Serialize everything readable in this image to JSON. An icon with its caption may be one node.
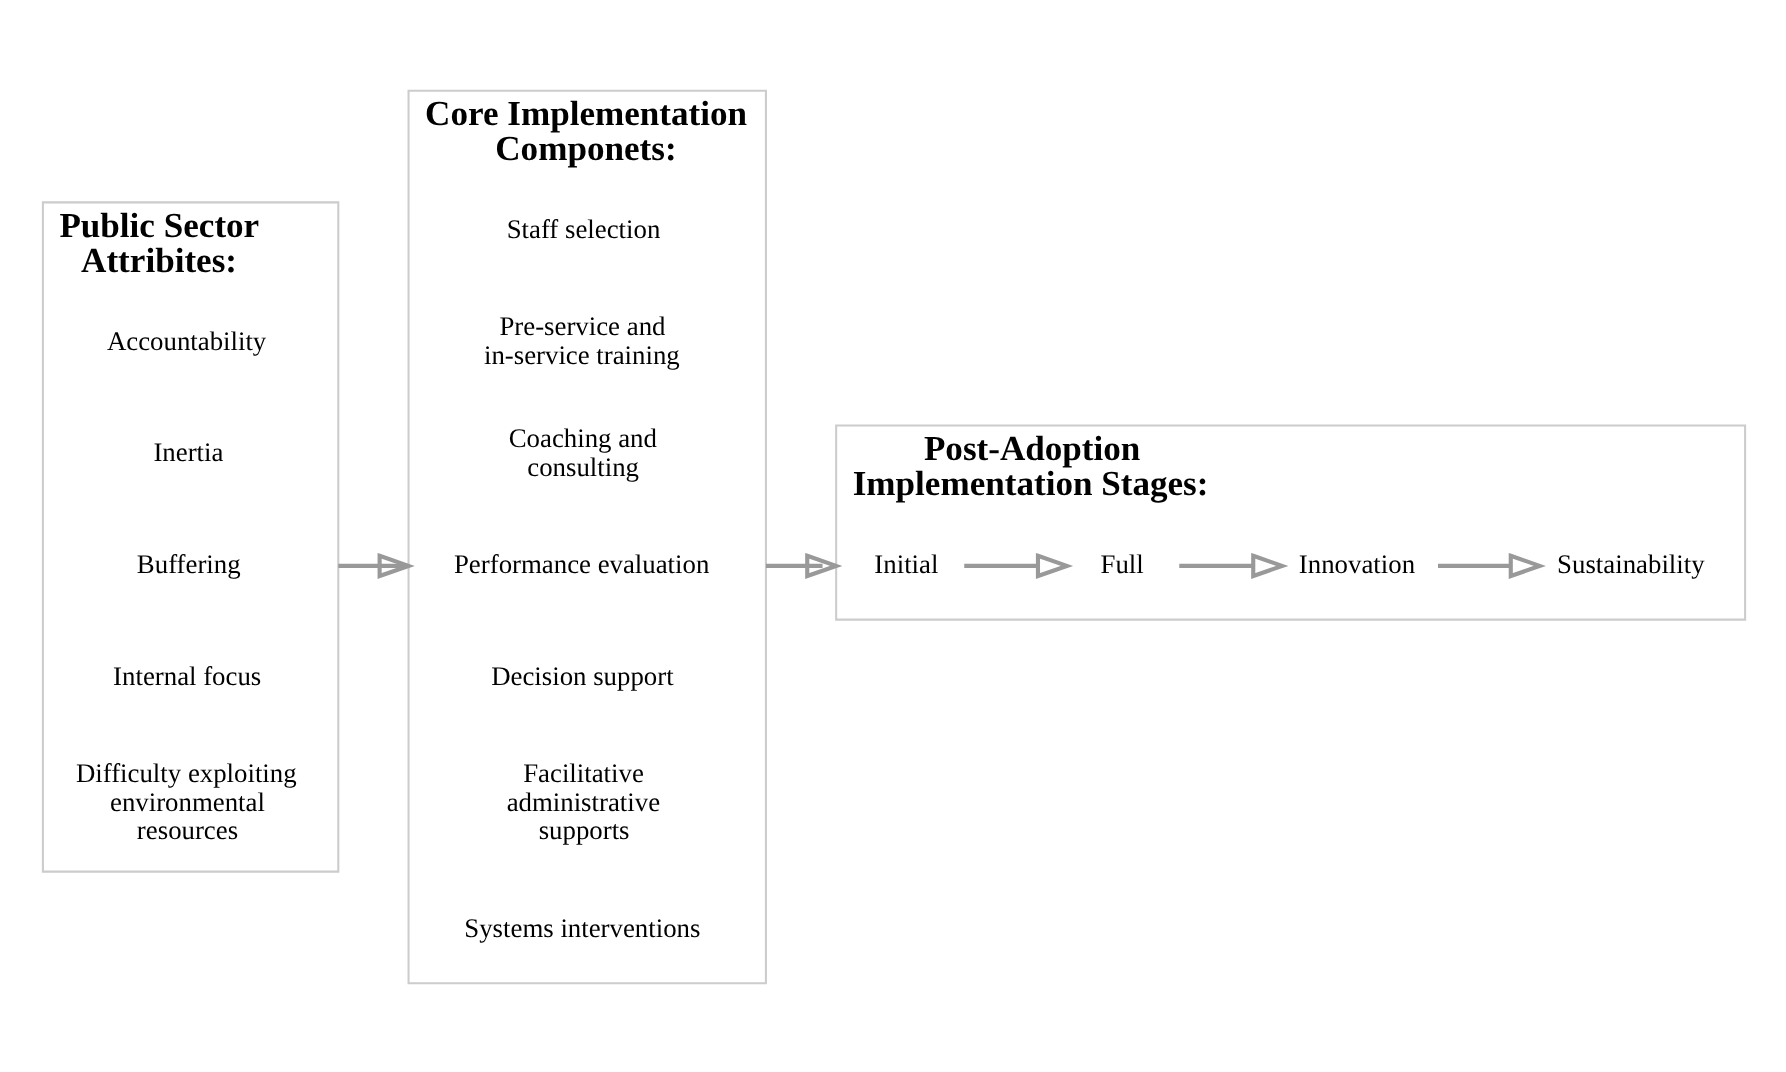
{
  "diagram": {
    "nodes": [
      {
        "text": [
          "Public Sector Attribites:"
        ]
      },
      {
        "text": [
          "Accountability"
        ],
        "in": 0
      },
      {
        "text": [
          "Inertia"
        ],
        "in": 0
      },
      {
        "text": [
          "Buffering"
        ],
        "in": 0
      },
      {
        "text": [
          "Internal focus"
        ],
        "in": 0
      },
      {
        "text": [
          "Difficulty exploiting environmental resources"
        ],
        "in": 0
      },
      {
        "text": [
          "Core Implementation Componets:"
        ]
      },
      {
        "text": [
          "Staff selection"
        ],
        "in": 6
      },
      {
        "text": [
          "Pre-service and in-service training"
        ],
        "in": 6
      },
      {
        "text": [
          "Coaching and consulting"
        ],
        "in": 6
      },
      {
        "text": [
          "Performance evaluation"
        ],
        "in": 6
      },
      {
        "text": [
          "Decision support"
        ],
        "in": 6
      },
      {
        "text": [
          "Facilitative administrative supports"
        ],
        "in": 6
      },
      {
        "text": [
          "Systems interventions"
        ],
        "in": 6
      },
      {
        "text": [
          "Post-Adoption Implementation Stages:"
        ]
      },
      {
        "text": [
          "Initial"
        ],
        "in": 14
      },
      {
        "text": [
          "Full"
        ],
        "in": 14
      },
      {
        "text": [
          "Innovation"
        ],
        "in": 14
      },
      {
        "text": [
          "Sustainability"
        ],
        "in": 14
      }
    ],
    "edges": [
      {
        "from": 0,
        "to": 6,
        "arrow": "to"
      },
      {
        "from": 6,
        "to": 14,
        "arrow": "to"
      },
      {
        "from": 15,
        "to": 16,
        "arrow": "to"
      },
      {
        "from": 16,
        "to": 17,
        "arrow": "to"
      },
      {
        "from": 17,
        "to": 18,
        "arrow": "to"
      }
    ]
  }
}
